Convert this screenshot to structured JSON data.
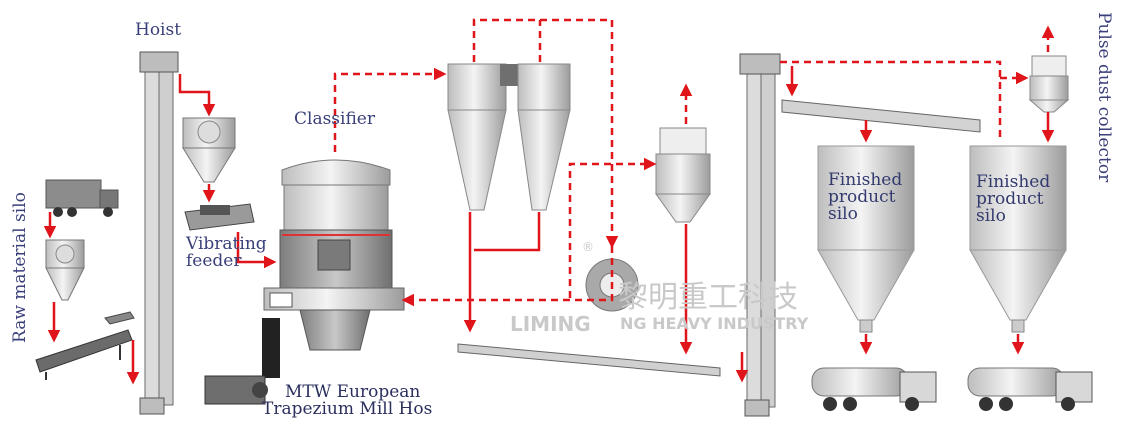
{
  "labels": {
    "hoist": "Hoist",
    "raw_material_silo": "Raw material silo",
    "classifier": "Classifier",
    "vibrating_feeder": "Vibrating feeder",
    "mill_line1": "MTW European",
    "mill_line2": "Trapezium Mill Hos",
    "finished_silo_1": "Finished product silo",
    "finished_silo_2": "Finished product silo",
    "pulse_dust_collector": "Pulse dust collector"
  },
  "watermark": {
    "brand_latin": "LIMING",
    "brand_cn": "黎明重工科技",
    "brand_en": "NG HEAVY INDUSTRY",
    "registered": "®"
  },
  "colors": {
    "flow_arrow": "#e0141b",
    "label_text": "#3a3f7a",
    "machine_gray": "#9a9a9a",
    "machine_light": "#e8e8e8"
  }
}
